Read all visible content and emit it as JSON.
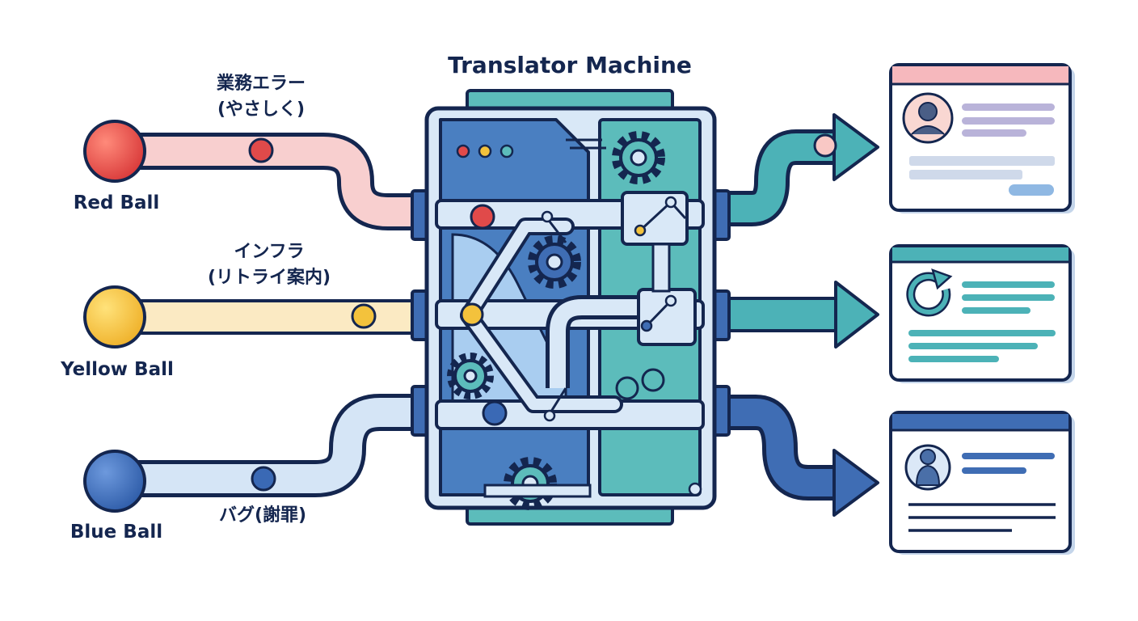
{
  "machine": {
    "title": "Translator Machine"
  },
  "inputs": [
    {
      "ball_label": "Red Ball",
      "tag_line1": "業務エラー",
      "tag_line2": "(やさしく)",
      "color": "#e04a4a",
      "pipe_color": "#f8cfcf"
    },
    {
      "ball_label": "Yellow Ball",
      "tag_line1": "インフラ",
      "tag_line2": "(リトライ案内)",
      "color": "#f3c23c",
      "pipe_color": "#fbeac3"
    },
    {
      "ball_label": "Blue Ball",
      "tag_line1": "バグ(謝罪)",
      "tag_line2": "",
      "color": "#3a69b5",
      "pipe_color": "#d5e5f6"
    }
  ],
  "outputs": [
    {
      "card": "friendly-message-card",
      "icon": "user-avatar-icon",
      "accent": "#f6b8bd",
      "arrow_color": "#4cb2b7"
    },
    {
      "card": "retry-guidance-card",
      "icon": "refresh-icon",
      "accent": "#4cb2b7",
      "arrow_color": "#4cb2b7"
    },
    {
      "card": "apology-card",
      "icon": "bowing-person-icon",
      "accent": "#3f6db4",
      "arrow_color": "#3f6db4"
    }
  ],
  "colors": {
    "outline": "#14264f",
    "machine_fill": "#d9e8f7",
    "panel_blue": "#4a7fc1",
    "panel_teal": "#5cbcbb"
  }
}
